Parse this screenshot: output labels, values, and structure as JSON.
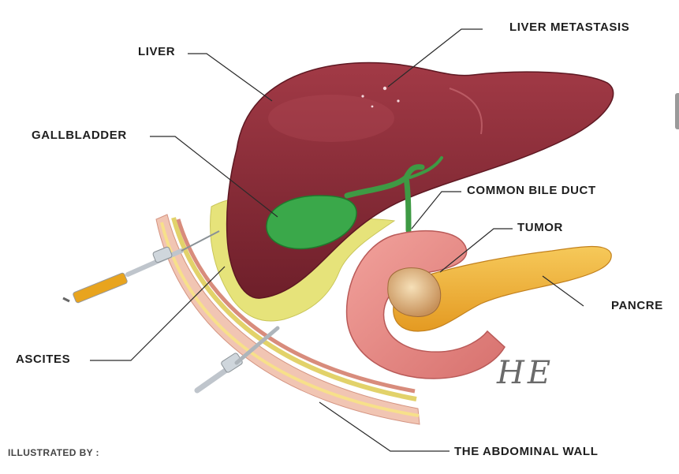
{
  "labels": {
    "liver": "LIVER",
    "liver_metastasis": "LIVER METASTASIS",
    "gallbladder": "GALLBLADDER",
    "common_bile_duct": "COMMON BILE DUCT",
    "tumor": "TUMOR",
    "pancreas": "PANCRE",
    "ascites": "ASCITES",
    "abdominal_wall": "THE ABDOMINAL WALL"
  },
  "credit": "ILLUSTRATED BY :",
  "signature": "HE",
  "colors": {
    "liver": "#8e2e3a",
    "liver_dark": "#6e1f2a",
    "gallbladder": "#3aa84a",
    "ascites": "#e6e37a",
    "duodenum": "#e88a86",
    "pancreas": "#f0b43c",
    "tumor": "#e8c89a",
    "wall": "#e9b6a4",
    "syringe_fluid": "#e8a41e"
  }
}
